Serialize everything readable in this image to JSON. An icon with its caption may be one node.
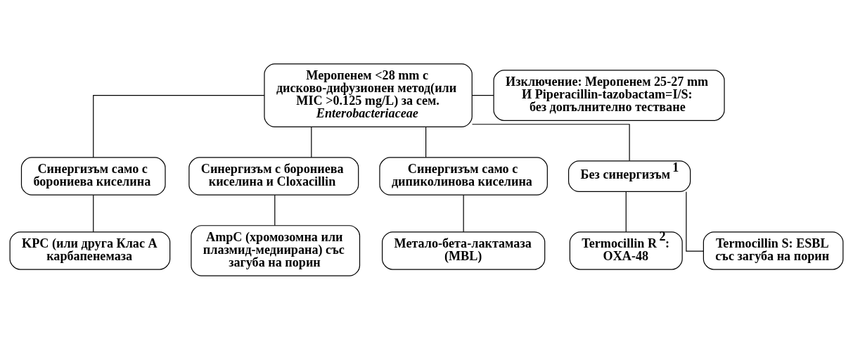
{
  "diagram": {
    "nodes": [
      {
        "text": [
          "Меропенем <28 mm с дисково-дифузионен метод(или MIC >0.125 mg/L) за сем. *Enterobacteriaceae*"
        ]
      },
      {
        "text": [
          "Изключение: Меропенем 25-27 mm И Piperacillin-tazobactam=I/S: без допълнително тестване"
        ]
      },
      {
        "text": [
          "Синергизъм само с борониева киселина"
        ]
      },
      {
        "text": [
          "Синергизъм с борониева киселина и Cloxacillin"
        ]
      },
      {
        "text": [
          "Синергизъм само с дипиколинова киселина"
        ]
      },
      {
        "text": [
          "Без синергизъм$^{1}$"
        ]
      },
      {
        "text": [
          "KPC (или друга Клас А карбапенемаза"
        ]
      },
      {
        "text": [
          "AmpC (хромозомна или плазмид-медиирана) със загуба на порин"
        ]
      },
      {
        "text": [
          "Метало-бета-лактамаза (MBL)"
        ]
      },
      {
        "text": [
          "Termocillin R$^{2}$: OXA-48"
        ]
      },
      {
        "text": [
          "Termocillin S: ESBL със загуба на порин"
        ]
      }
    ],
    "edges": [
      {
        "from": 0,
        "to": 1,
        "arrow": "none"
      },
      {
        "from": 0,
        "to": 2,
        "arrow": "none"
      },
      {
        "from": 0,
        "to": 3,
        "arrow": "none"
      },
      {
        "from": 0,
        "to": 4,
        "arrow": "none"
      },
      {
        "from": 0,
        "to": 5,
        "arrow": "none"
      },
      {
        "from": 2,
        "to": 6,
        "arrow": "none"
      },
      {
        "from": 3,
        "to": 7,
        "arrow": "none"
      },
      {
        "from": 4,
        "to": 8,
        "arrow": "none"
      },
      {
        "from": 5,
        "to": 9,
        "arrow": "none"
      },
      {
        "from": 5,
        "to": 10,
        "arrow": "none"
      }
    ]
  }
}
